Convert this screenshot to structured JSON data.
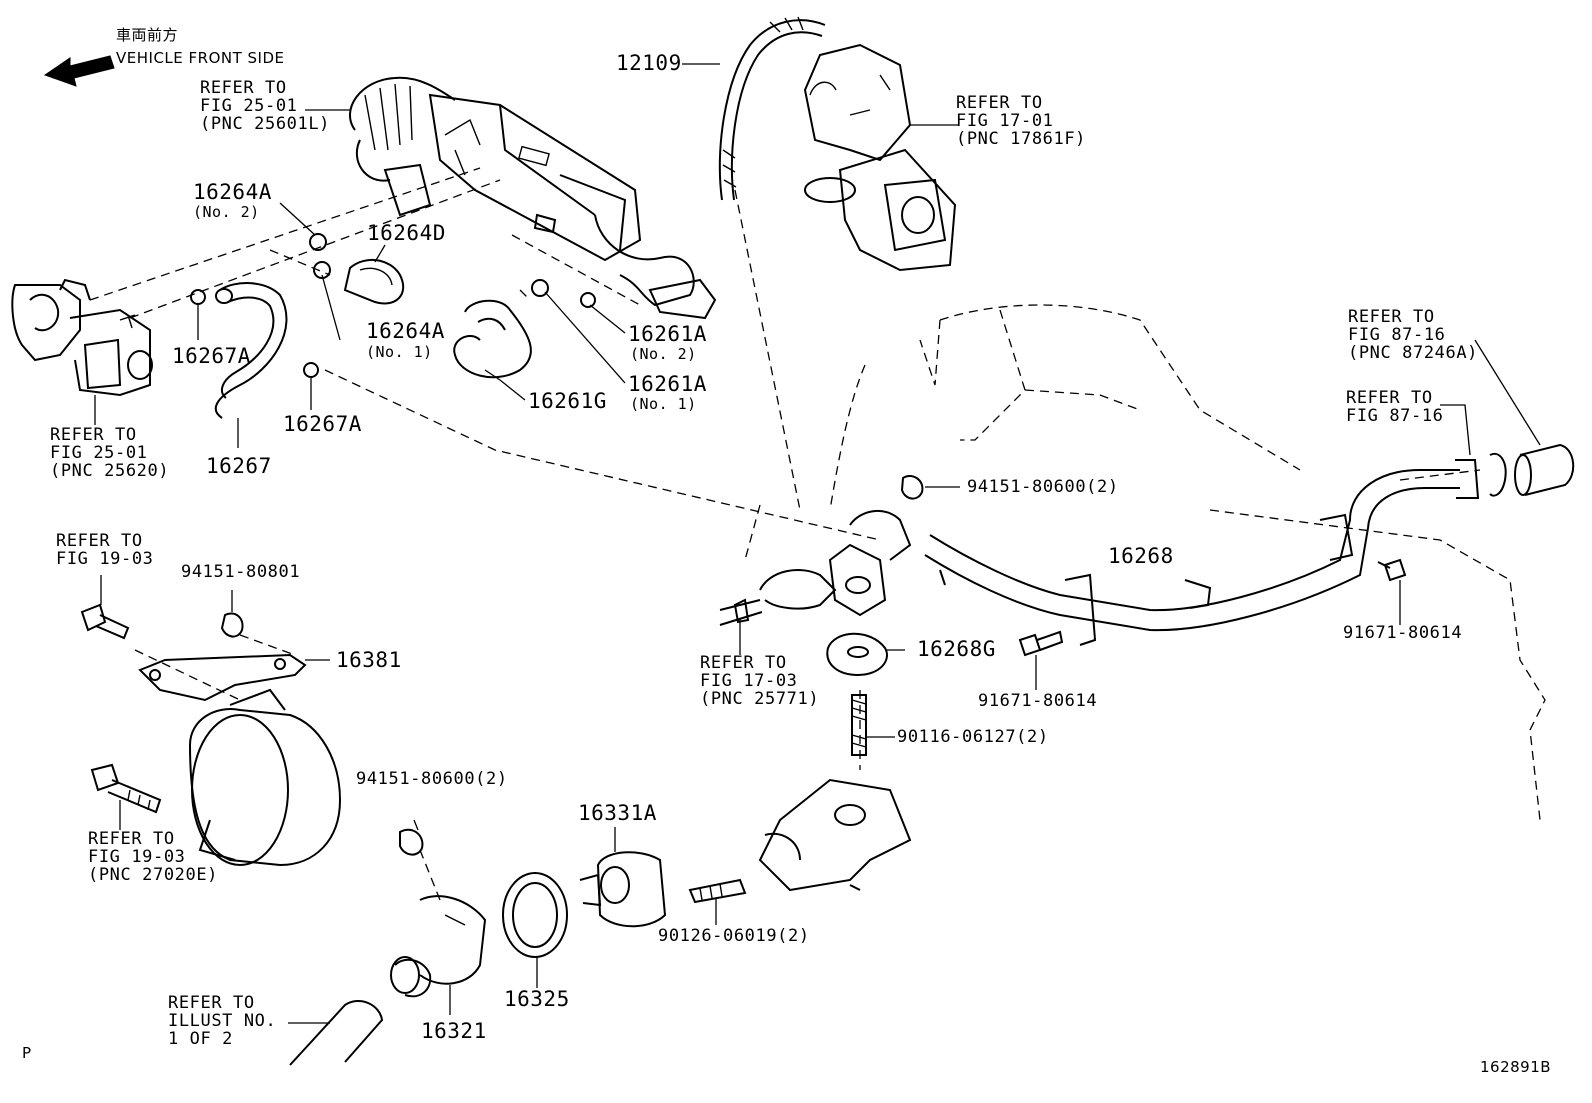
{
  "header": {
    "jp_label": "車両前方",
    "en_label": "VEHICLE FRONT SIDE"
  },
  "refs": {
    "r_25601l": [
      "REFER TO",
      "FIG 25-01",
      "(PNC 25601L)"
    ],
    "r_17861f": [
      "REFER TO",
      "FIG 17-01",
      "(PNC 17861F)"
    ],
    "r_25620": [
      "REFER TO",
      "FIG 25-01",
      "(PNC 25620)"
    ],
    "r_87246a": [
      "REFER TO",
      "FIG 87-16",
      "(PNC 87246A)"
    ],
    "r_87_16": [
      "REFER TO",
      "FIG 87-16"
    ],
    "r_19_03_top": [
      "REFER TO",
      "FIG 19-03"
    ],
    "r_25771": [
      "REFER TO",
      "FIG 17-03",
      "(PNC 25771)"
    ],
    "r_27020e": [
      "REFER TO",
      "FIG 19-03",
      "(PNC 27020E)"
    ],
    "r_illust": [
      "REFER TO",
      "ILLUST NO.",
      "1 OF 2"
    ]
  },
  "parts": {
    "p12109": "12109",
    "p16264A_no2": "16264A",
    "p16264A_no2_sub": "(No. 2)",
    "p16264D": "16264D",
    "p16264A_no1": "16264A",
    "p16264A_no1_sub": "(No. 1)",
    "p16267A_left": "16267A",
    "p16267A_right": "16267A",
    "p16267": "16267",
    "p16261A_no2": "16261A",
    "p16261A_no2_sub": "(No. 2)",
    "p16261A_no1": "16261A",
    "p16261A_no1_sub": "(No. 1)",
    "p16261G": "16261G",
    "p94151_80600_top": "94151-80600(2)",
    "p16268": "16268",
    "p16268G": "16268G",
    "p91671_80614_mid": "91671-80614",
    "p91671_80614_right": "91671-80614",
    "p90116": "90116-06127(2)",
    "p94151_80801": "94151-80801",
    "p16381": "16381",
    "p94151_80600_bot": "94151-80600(2)",
    "p16331A": "16331A",
    "p90126": "90126-06019(2)",
    "p16325": "16325",
    "p16321": "16321"
  },
  "footer": {
    "corner_mark": "P",
    "figure_code": "162891B"
  }
}
